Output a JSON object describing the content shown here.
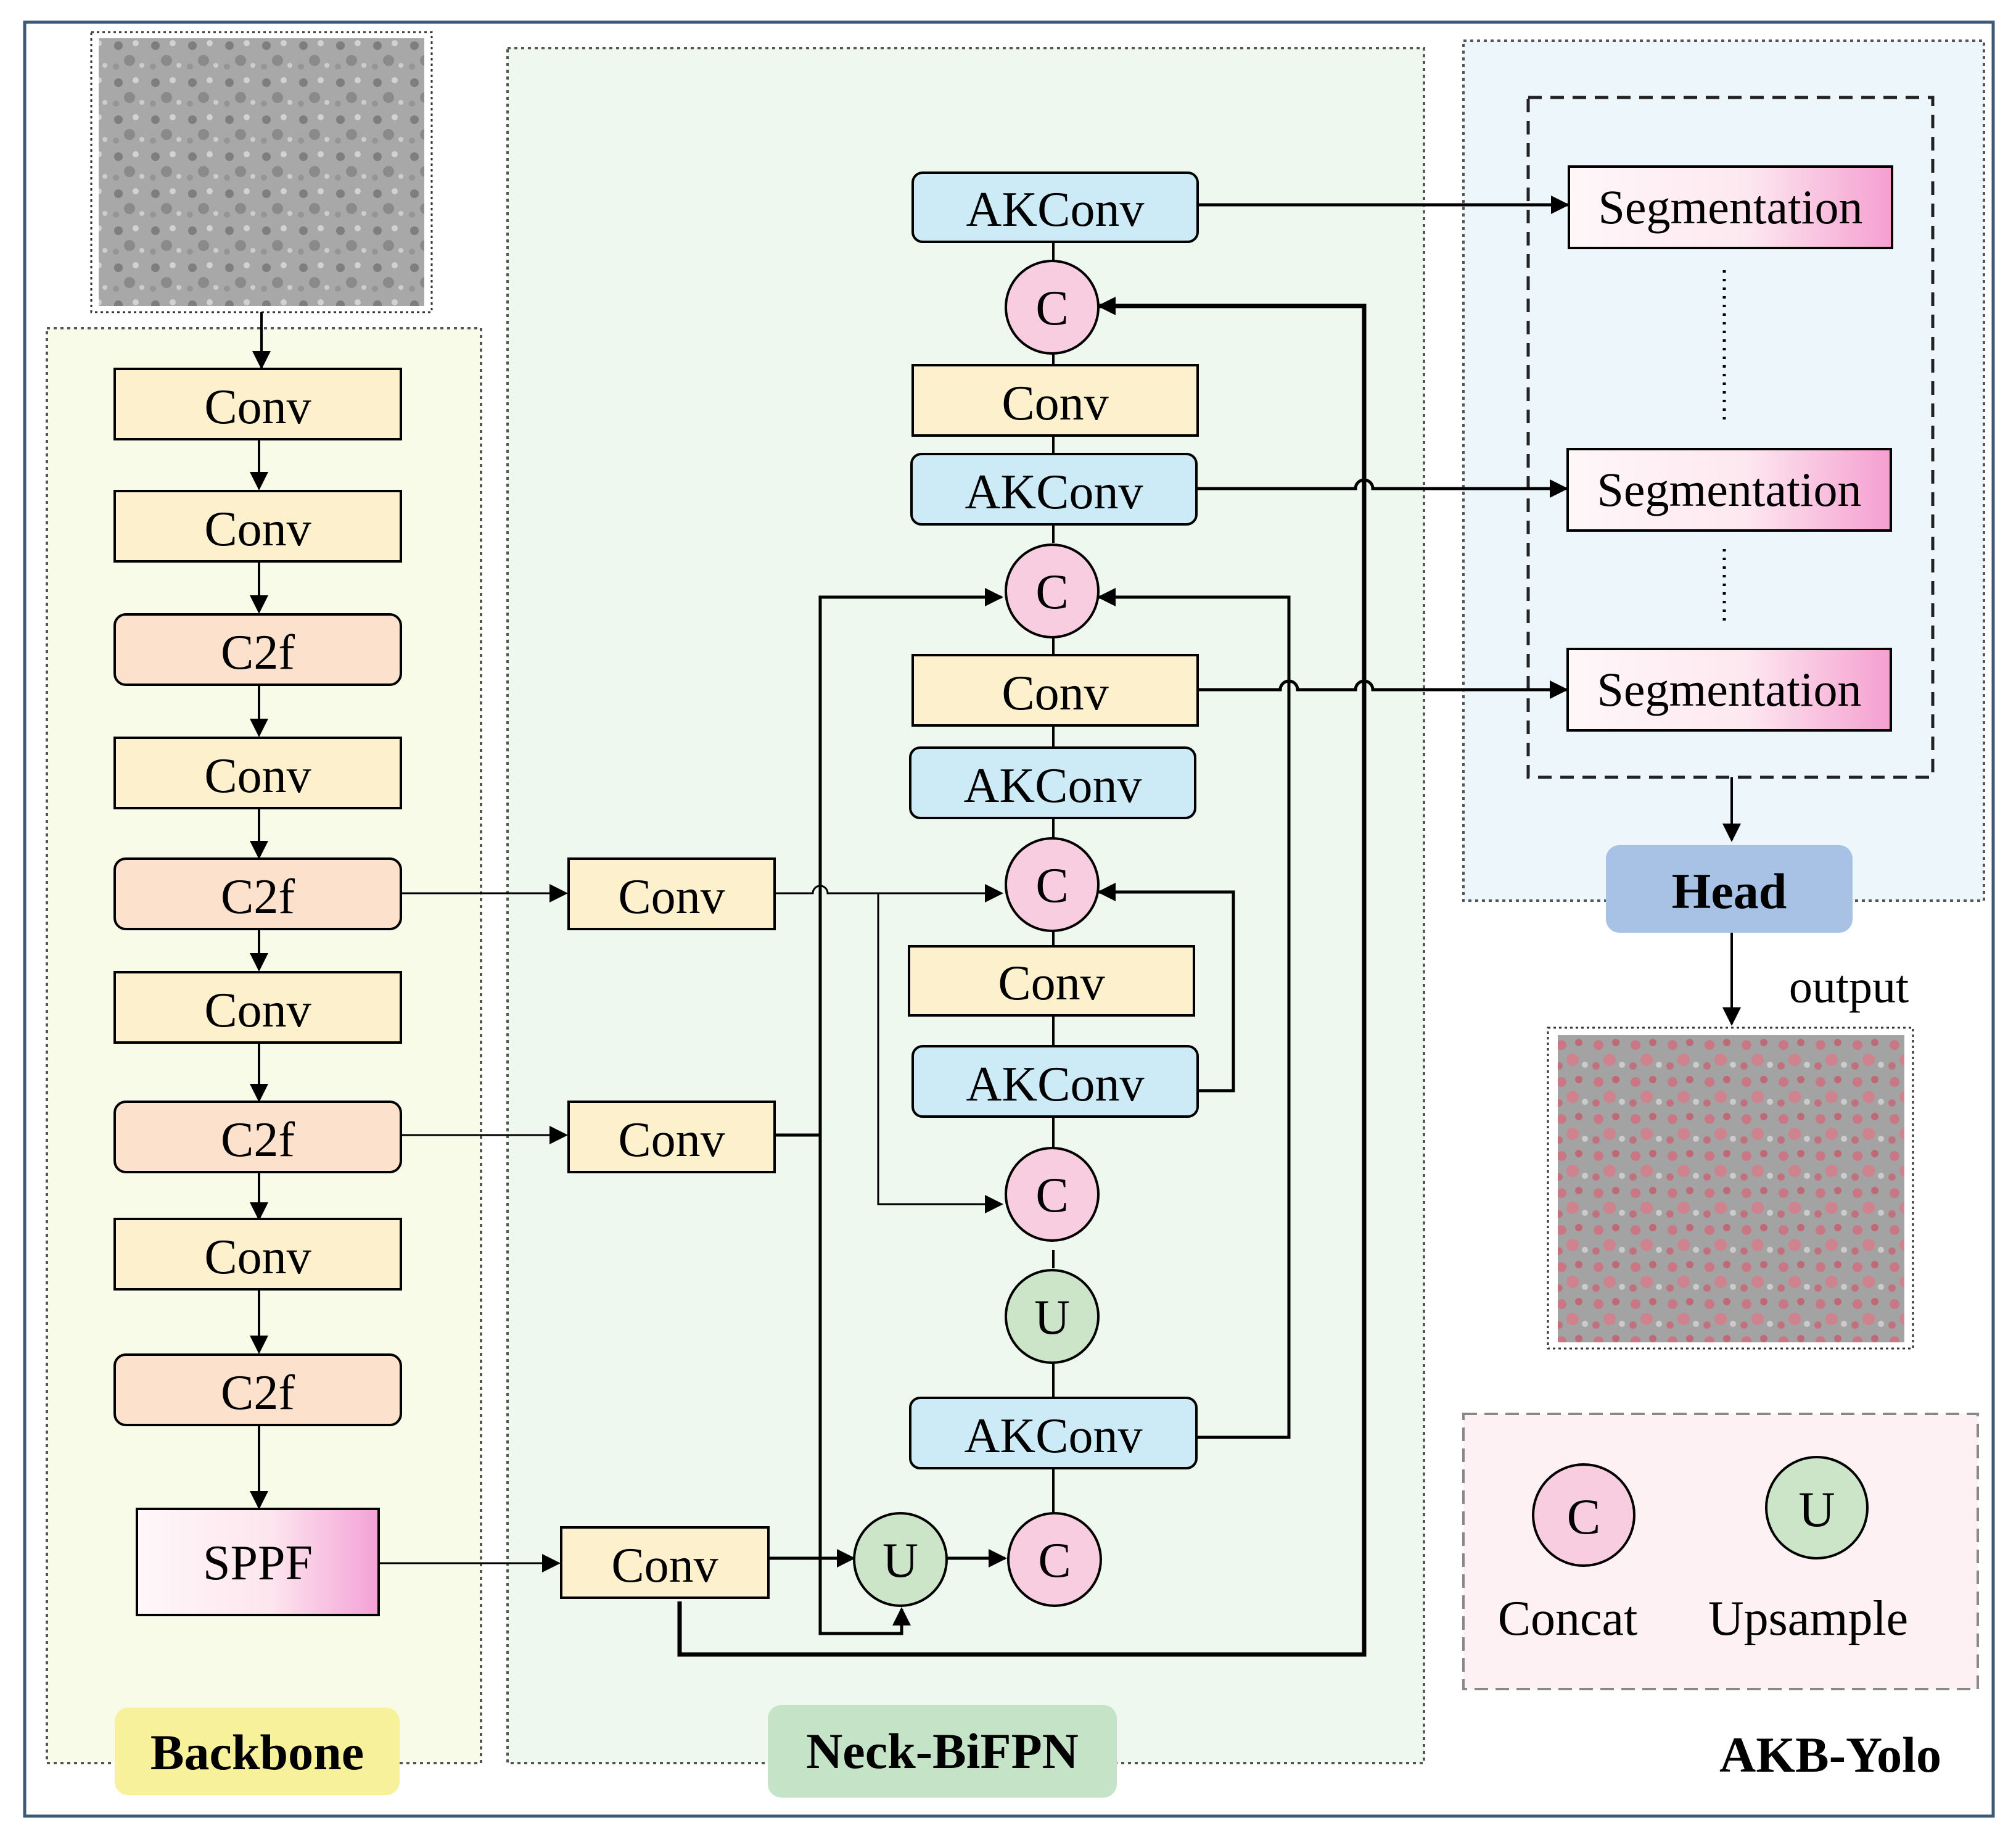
{
  "title": "AKB-Yolo",
  "backbone": {
    "label": "Backbone",
    "blocks": [
      "Conv",
      "Conv",
      "C2f",
      "Conv",
      "C2f",
      "Conv",
      "C2f",
      "Conv",
      "C2f",
      "SPPF"
    ]
  },
  "neck": {
    "label": "Neck-BiFPN",
    "lateral_convs": [
      "Conv",
      "Conv",
      "Conv"
    ],
    "column": {
      "akconv_top": "AKConv",
      "concat_1": "C",
      "conv_1": "Conv",
      "akconv_2": "AKConv",
      "concat_2": "C",
      "conv_2": "Conv",
      "akconv_3": "AKConv",
      "concat_3": "C",
      "conv_3": "Conv",
      "akconv_4": "AKConv",
      "concat_4": "C",
      "upsample_1": "U",
      "akconv_5": "AKConv",
      "upsample_2": "U",
      "concat_5": "C"
    }
  },
  "head": {
    "label": "Head",
    "segmentation": [
      "Segmentation",
      "Segmentation",
      "Segmentation"
    ]
  },
  "output_label": "output",
  "legend": {
    "concat_symbol": "C",
    "concat_label": "Concat",
    "upsample_symbol": "U",
    "upsample_label": "Upsample"
  },
  "colors": {
    "conv": "#fdf0cc",
    "c2f": "#fce1cd",
    "akconv": "#cdeaf7",
    "concat": "#f9cde0",
    "upsample": "#cce4c8",
    "backbone_bg": "#f9fbe9",
    "neck_bg": "#eff8ef",
    "head_bg": "#edf7fb",
    "legend_bg": "#fdf1f3",
    "backbone_tag": "#f7f19c",
    "neck_tag": "#c5e3c7",
    "head_tag": "#a7c2e4",
    "line": "#000000"
  }
}
